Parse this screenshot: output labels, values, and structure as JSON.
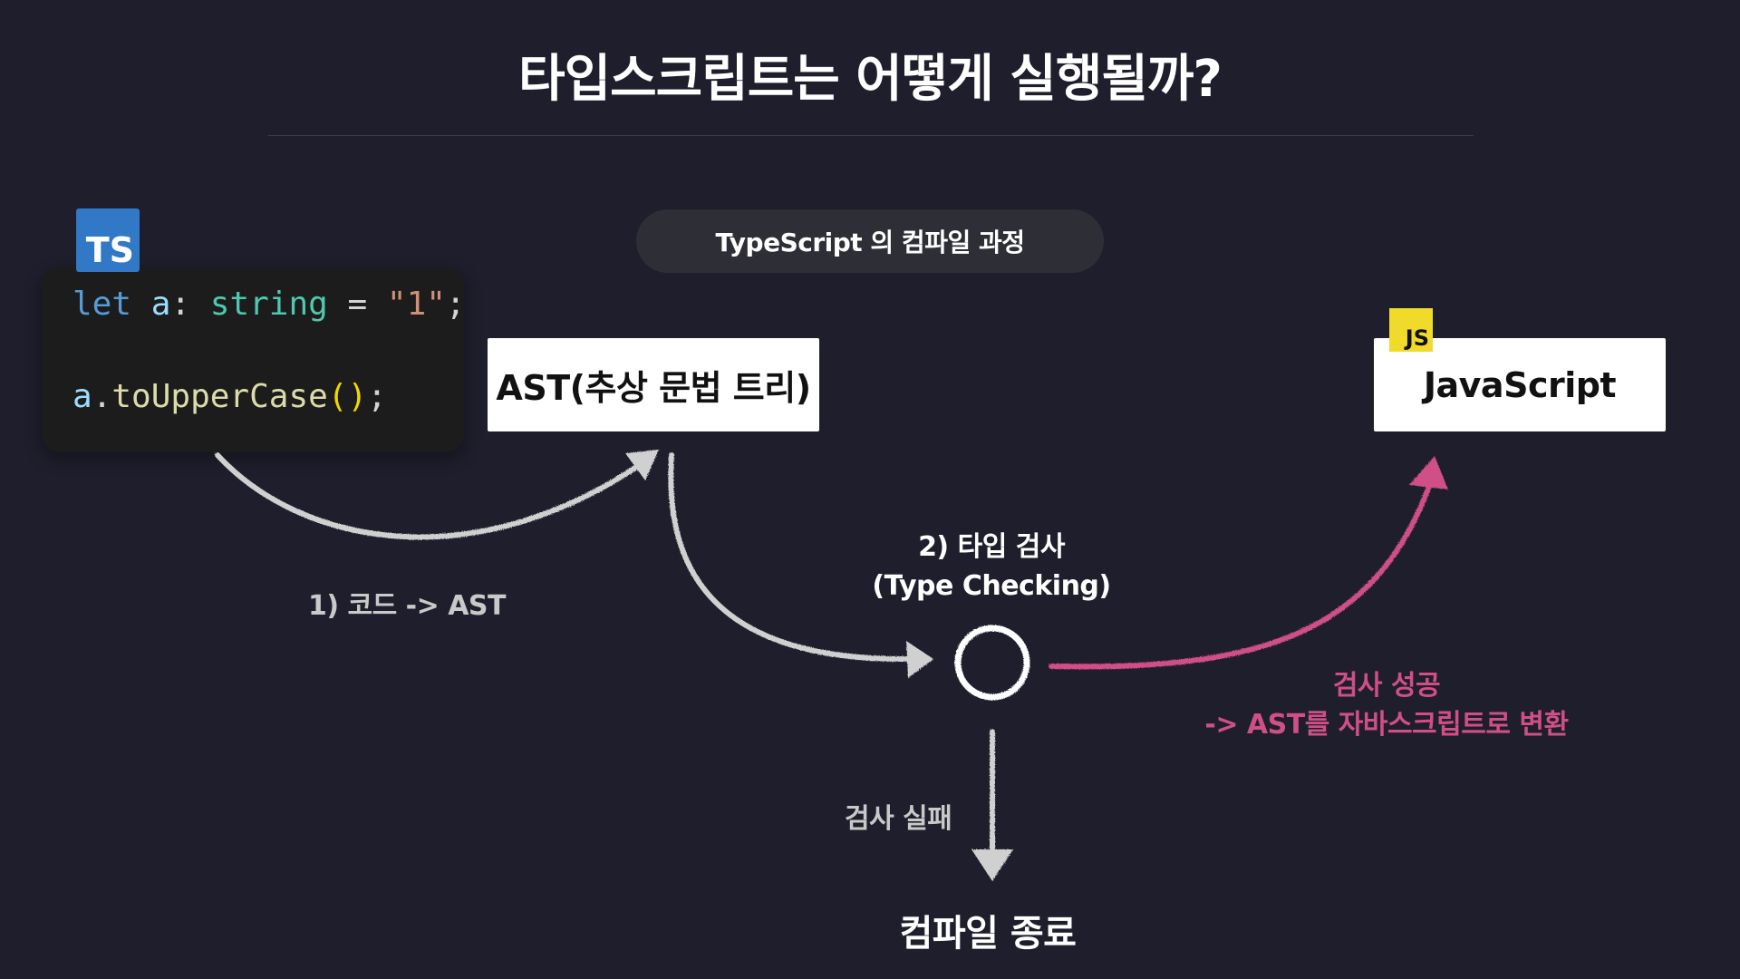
{
  "title": "타입스크립트는 어떻게 실행될까?",
  "ts_badge": "TS",
  "code": {
    "line1": {
      "kw": "let",
      "var": "a",
      "colon": ":",
      "type": "string",
      "eq": "=",
      "str": "\"1\"",
      "semi": ";"
    },
    "line2": {
      "var": "a",
      "dot": ".",
      "fn": "toUpperCase",
      "parens": "()",
      "semi": ";"
    }
  },
  "pill_label": "TypeScript 의 컴파일 과정",
  "ast_box_label": "AST(추상 문법 트리)",
  "js_badge": "JS",
  "js_box_label": "JavaScript",
  "step1_label": "1) 코드 -> AST",
  "step2_label_line1": "2) 타입 검사",
  "step2_label_line2": "(Type Checking)",
  "success_label_line1": "검사 성공",
  "success_label_line2": "-> AST를 자바스크립트로 변환",
  "fail_label": "검사 실패",
  "end_label": "컴파일 종료",
  "colors": {
    "background": "#1e1e2c",
    "ts_blue": "#3178c6",
    "js_yellow": "#f0db2b",
    "success_pink": "#cf4f86",
    "arrow_gray": "#d0d0d0"
  }
}
